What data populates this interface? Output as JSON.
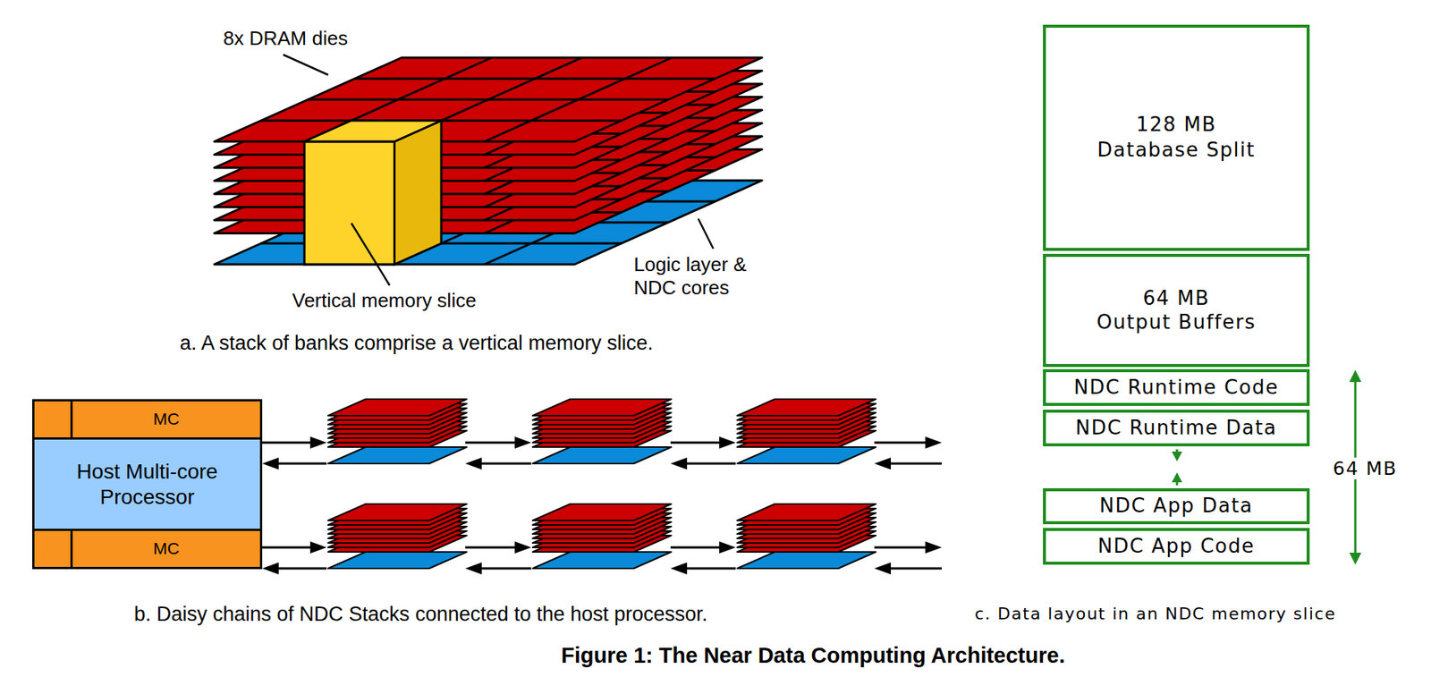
{
  "diagram": {
    "caption": "Figure 1: The Near Data Computing Architecture.",
    "nodes": [
      {
        "text": [
          "Host Multi-core Processor"
        ]
      },
      {
        "text": [
          "MC"
        ],
        "in": 0
      },
      {
        "text": [
          "MC"
        ],
        "in": 0
      },
      {
        "text": [
          "MC"
        ],
        "in": 0
      },
      {
        "text": [
          "MC"
        ],
        "in": 0
      },
      {
        "text": [
          "128 MB",
          "Database Split"
        ]
      },
      {
        "text": [
          "64 MB",
          "Output Buffers"
        ]
      },
      {
        "text": [
          "NDC Runtime Code"
        ]
      },
      {
        "text": [
          "NDC Runtime Data"
        ]
      },
      {
        "text": [
          "NDC App Data"
        ]
      },
      {
        "text": [
          "NDC App Code"
        ]
      }
    ],
    "labels": [
      "8x DRAM dies",
      "Vertical memory slice",
      "Logic layer & NDC cores",
      "a. A stack of banks comprise a vertical memory slice.",
      "b. Daisy chains of NDC Stacks connected to the host processor.",
      "64 MB",
      "c. Data layout in an NDC memory slice"
    ]
  }
}
